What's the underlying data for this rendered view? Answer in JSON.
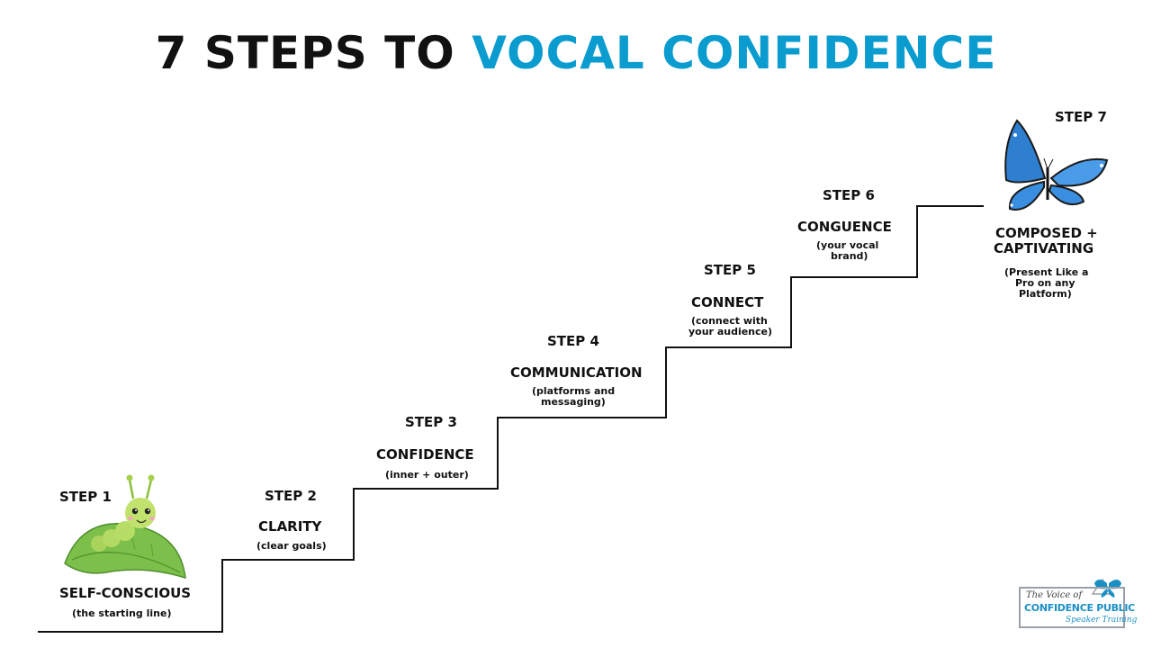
{
  "title": {
    "part1": "7 STEPS TO",
    "part2": "VOCAL CONFIDENCE",
    "accent_color": "#0a9bcf"
  },
  "steps": [
    {
      "number": "STEP 1",
      "name": "SELF-CONSCIOUS",
      "sub": [
        "(the starting line)"
      ],
      "icon": "caterpillar-icon"
    },
    {
      "number": "STEP 2",
      "name": "CLARITY",
      "sub": [
        "(clear goals)"
      ]
    },
    {
      "number": "STEP 3",
      "name": "CONFIDENCE",
      "sub": [
        "(inner + outer)"
      ]
    },
    {
      "number": "STEP 4",
      "name": "COMMUNICATION",
      "sub": [
        "(platforms and",
        "messaging)"
      ]
    },
    {
      "number": "STEP 5",
      "name": "CONNECT",
      "sub": [
        "(connect with",
        "your audience)"
      ]
    },
    {
      "number": "STEP 6",
      "name": "CONGUENCE",
      "sub": [
        "(your vocal",
        "brand)"
      ]
    },
    {
      "number": "STEP 7",
      "name": [
        "COMPOSED +",
        "CAPTIVATING"
      ],
      "sub": [
        "(Present Like a",
        "Pro on any",
        "Platform)"
      ],
      "icon": "butterfly-icon"
    }
  ],
  "logo": {
    "line1": "The Voice of",
    "line2": "CONFIDENCE PUBLIC",
    "line3": "Speaker Training",
    "icon": "butterfly-logo-icon"
  }
}
